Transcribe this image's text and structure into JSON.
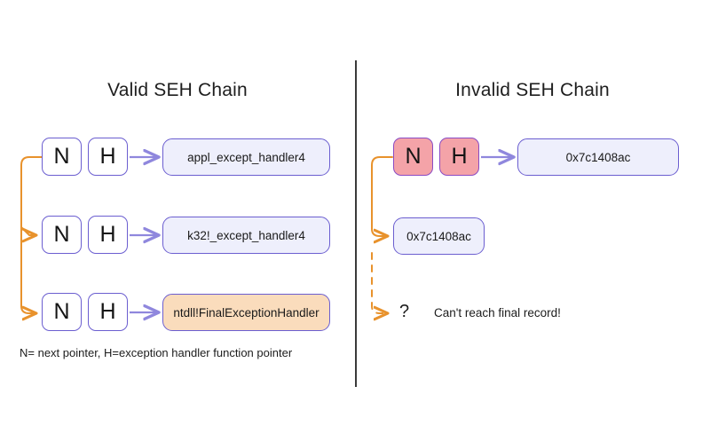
{
  "figure": {
    "background": "#ffffff",
    "divider_color": "#3a3a3a"
  },
  "colors": {
    "record_border": "#6b5ed0",
    "record_bad_fill": "#f4a3a8",
    "record_bad_border": "#8a4bc4",
    "pill_fill": "#eeeffc",
    "pill_final_fill": "#fadcbc",
    "arrow_purple": "#8f87dd",
    "arrow_orange": "#e8922c",
    "text": "#1a1a1a"
  },
  "panels": {
    "valid": {
      "title": "Valid SEH Chain",
      "records": [
        {
          "next_label": "N",
          "handler_label": "H",
          "handler_target": "appl_except_handler4",
          "final": false
        },
        {
          "next_label": "N",
          "handler_label": "H",
          "handler_target": "k32!_except_handler4",
          "final": false
        },
        {
          "next_label": "N",
          "handler_label": "H",
          "handler_target": "ntdll!FinalExceptionHandler",
          "final": true
        }
      ],
      "caption": "N= next pointer, H=exception handler function pointer"
    },
    "invalid": {
      "title": "Invalid SEH Chain",
      "records": [
        {
          "next_label": "N",
          "handler_label": "H",
          "handler_target": "0x7c1408ac",
          "corrupted": true
        }
      ],
      "next_pointer_value": "0x7c1408ac",
      "unreachable_marker": "?",
      "unreachable_note": "Can't reach final record!"
    }
  }
}
